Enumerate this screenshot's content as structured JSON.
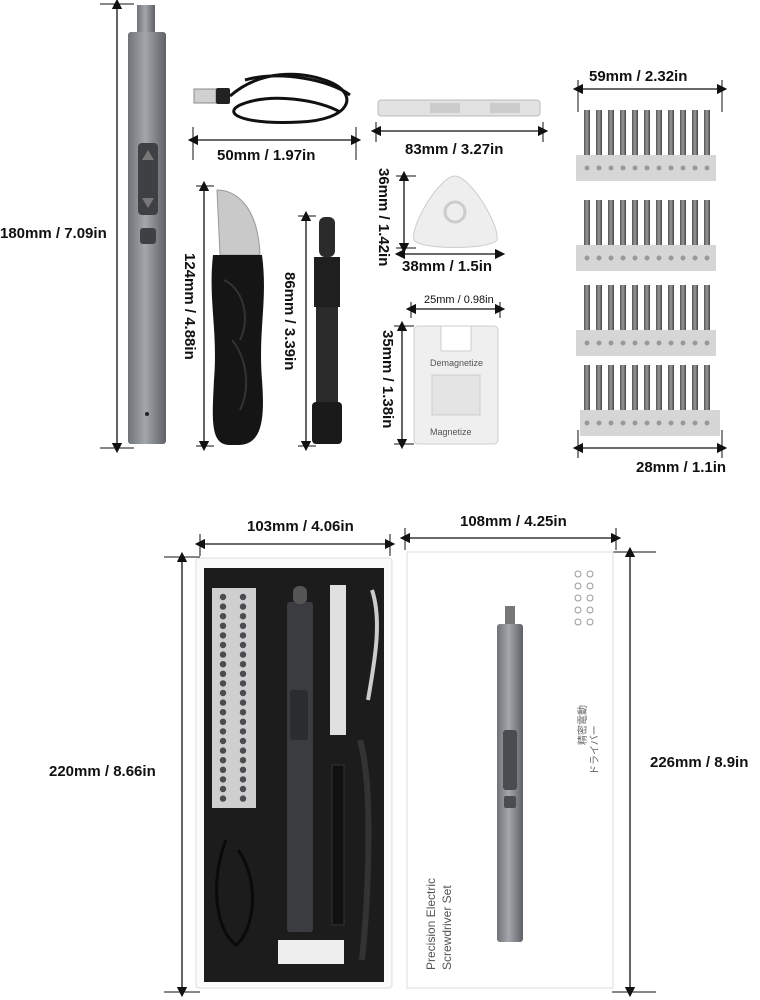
{
  "dimensions": {
    "screwdriver_height": "180mm / 7.09in",
    "cable_width": "50mm / 1.97in",
    "spudger_bar_width": "83mm / 3.27in",
    "bits_width": "59mm / 2.32in",
    "pick_height": "36mm / 1.42in",
    "pick_width": "38mm / 1.5in",
    "knife_height": "124mm / 4.88in",
    "handle_height": "86mm / 3.39in",
    "magnetizer_width": "25mm / 0.98in",
    "magnetizer_height": "35mm / 1.38in",
    "bit_row_width": "28mm / 1.1in",
    "case_width": "103mm / 4.06in",
    "box_width": "108mm / 4.25in",
    "case_height": "220mm / 8.66in",
    "box_height": "226mm / 8.9in"
  },
  "magnetizer": {
    "demagnetize_label": "Demagnetize",
    "magnetize_label": "Magnetize"
  },
  "box": {
    "title_line1": "Precision Electric",
    "title_line2": "Screwdriver Set",
    "japanese_text_1": "精密電動",
    "japanese_text_2": "ドライバー"
  },
  "colors": {
    "aluminum": "#8a8d92",
    "dark_gray": "#4a4c50",
    "black": "#1a1a1a",
    "light_gray": "#d8d8d8"
  }
}
